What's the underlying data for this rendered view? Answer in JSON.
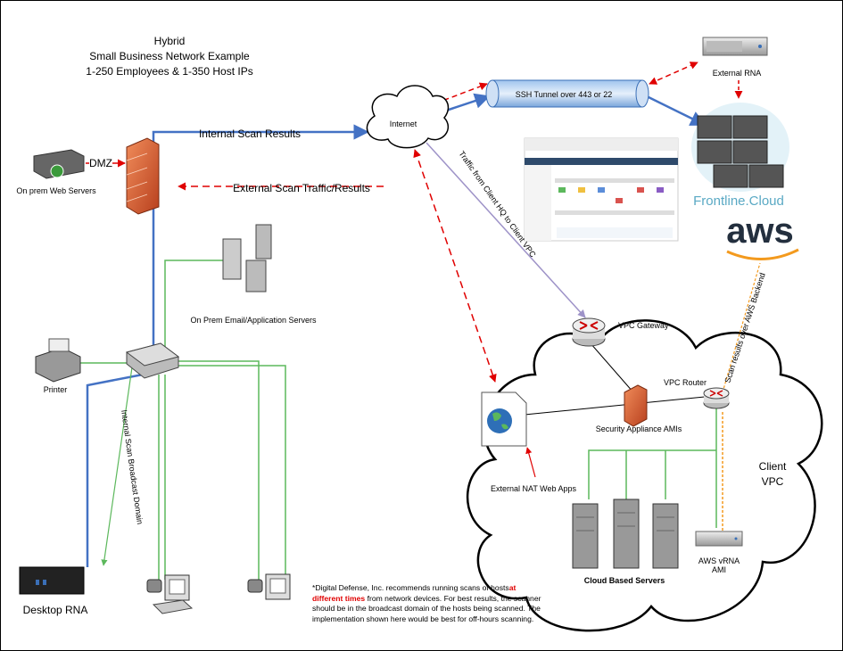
{
  "title": {
    "line1": "Hybrid",
    "line2": "Small Business Network Example",
    "line3": "1-250 Employees & 1-350 Host IPs"
  },
  "labels": {
    "internet": "Internet",
    "ssh_tunnel": "SSH Tunnel over 443 or 22",
    "external_rna": "External RNA",
    "frontline_cloud": "Frontline.Cloud",
    "aws": "aws",
    "internal_scan_results": "Internal Scan Results",
    "external_scan_traffic": "External Scan Traffic/Results",
    "dmz": "DMZ",
    "web_servers": "On prem Web Servers",
    "email_servers": "On Prem Email/Application Servers",
    "printer": "Printer",
    "broadcast_domain": "Internal Scan Broadcast Domain",
    "desktop_rna": "Desktop RNA",
    "traffic_hq_vpc": "Traffic from Client HQ to Client VPC",
    "vpc_gateway": "VPC Gateway",
    "vpc_router": "VPC Router",
    "security_appliance": "Security Appliance AMIs",
    "scan_results_aws": "Scan results over AWS Backend",
    "client_vpc_1": "Client",
    "client_vpc_2": "VPC",
    "nat_web_apps": "External NAT Web Apps",
    "cloud_servers": "Cloud Based Servers",
    "vrna_1": "AWS vRNA",
    "vrna_2": "AMI"
  },
  "footnote": {
    "part1": "*Digital Defense, Inc. recommends running scans of hosts",
    "highlight": "at different times",
    "part2": " from network devices.  For best results, the scanner should be in the broadcast domain of the hosts being scanned. The implementation shown here would be best for off-hours scanning."
  },
  "colors": {
    "internal_link": "#4472c4",
    "external_link": "#e00000",
    "lan_link": "#5cb85c",
    "vpc_link": "#9e93c8",
    "frontline_text": "#5aa9c4",
    "aws_smile": "#f39a1e",
    "highlight": "#e00000"
  },
  "icons": [
    "cloud-icon",
    "firewall-icon",
    "server-icon",
    "router-icon",
    "switch-icon",
    "printer-icon",
    "workstation-icon",
    "web-page-icon",
    "rack-server-icon",
    "tower-server-icon"
  ]
}
